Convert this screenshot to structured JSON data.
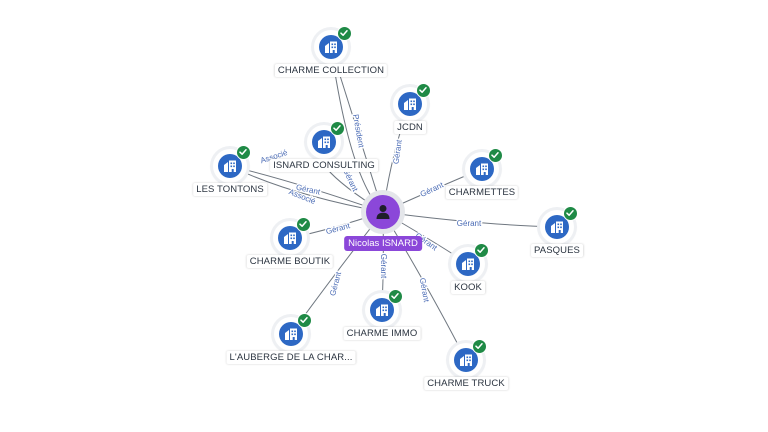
{
  "center": {
    "name": "Nicolas ISNARD",
    "icon": "person-icon"
  },
  "companies": [
    {
      "name": "CHARME COLLECTION",
      "icon": "building-icon",
      "status": "verified-check-icon"
    },
    {
      "name": "JCDN",
      "icon": "building-icon",
      "status": "verified-check-icon"
    },
    {
      "name": "ISNARD CONSULTING",
      "icon": "building-icon",
      "status": "verified-check-icon"
    },
    {
      "name": "LES TONTONS",
      "icon": "building-icon",
      "status": "verified-check-icon"
    },
    {
      "name": "CHARMETTES",
      "icon": "building-icon",
      "status": "verified-check-icon"
    },
    {
      "name": "PASQUES",
      "icon": "building-icon",
      "status": "verified-check-icon"
    },
    {
      "name": "CHARME BOUTIK",
      "icon": "building-icon",
      "status": "verified-check-icon"
    },
    {
      "name": "KOOK",
      "icon": "building-icon",
      "status": "verified-check-icon"
    },
    {
      "name": "CHARME IMMO",
      "icon": "building-icon",
      "status": "verified-check-icon"
    },
    {
      "name": "L'AUBERGE DE LA CHAR...",
      "icon": "building-icon",
      "status": "verified-check-icon"
    },
    {
      "name": "CHARME TRUCK",
      "icon": "building-icon",
      "status": "verified-check-icon"
    }
  ],
  "edges": [
    {
      "target": 0,
      "label": "Président"
    },
    {
      "target": 0,
      "label": "Gérant"
    },
    {
      "target": 1,
      "label": "Gérant"
    },
    {
      "target": 2,
      "label": "Associé"
    },
    {
      "target": 3,
      "label": "Gérant"
    },
    {
      "target": 3,
      "label": "Associé"
    },
    {
      "target": 4,
      "label": "Gérant"
    },
    {
      "target": 5,
      "label": "Gérant"
    },
    {
      "target": 6,
      "label": "Gérant"
    },
    {
      "target": 7,
      "label": "Gérant"
    },
    {
      "target": 8,
      "label": "Gérant"
    },
    {
      "target": 9,
      "label": "Gérant"
    },
    {
      "target": 10,
      "label": "Gérant"
    }
  ],
  "colors": {
    "center": "#8b47d9",
    "company": "#2d68c4",
    "verified": "#1f8a46",
    "edge": "#6f7780",
    "edge_label": "#4a6bb5"
  }
}
